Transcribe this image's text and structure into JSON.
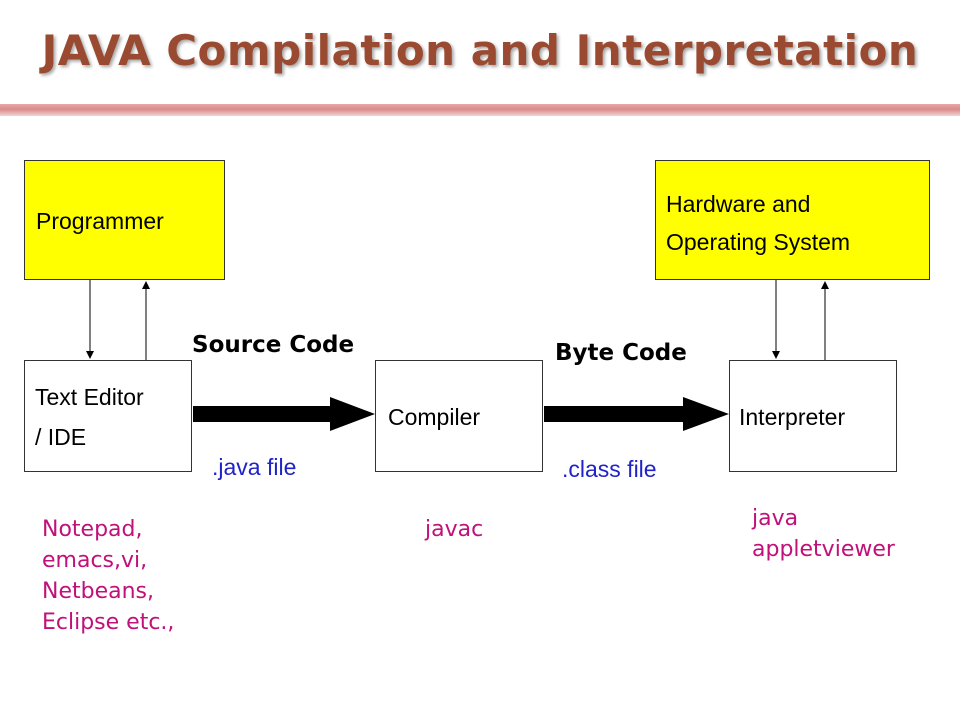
{
  "title": "JAVA Compilation and Interpretation",
  "nodes": {
    "programmer": {
      "label": "Programmer"
    },
    "hardware": {
      "lines": [
        "Hardware and",
        "Operating System"
      ]
    },
    "text_editor": {
      "lines": [
        "Text Editor",
        "/ IDE"
      ]
    },
    "compiler": {
      "label": "Compiler"
    },
    "interpreter": {
      "label": "Interpreter"
    }
  },
  "stages": {
    "source_code": "Source Code",
    "byte_code": "Byte Code"
  },
  "files": {
    "java_file": ".java file",
    "class_file": ".class file"
  },
  "tools": {
    "editors": [
      "Notepad,",
      "emacs,vi,",
      "Netbeans,",
      "Eclipse etc.,"
    ],
    "compiler": [
      "javac"
    ],
    "interpreter": [
      "java",
      "appletviewer"
    ]
  },
  "colors": {
    "title": "#9a4a30",
    "node_highlight": "#ffff00",
    "file_label": "#1f23c8",
    "tool_label": "#c0107a"
  }
}
